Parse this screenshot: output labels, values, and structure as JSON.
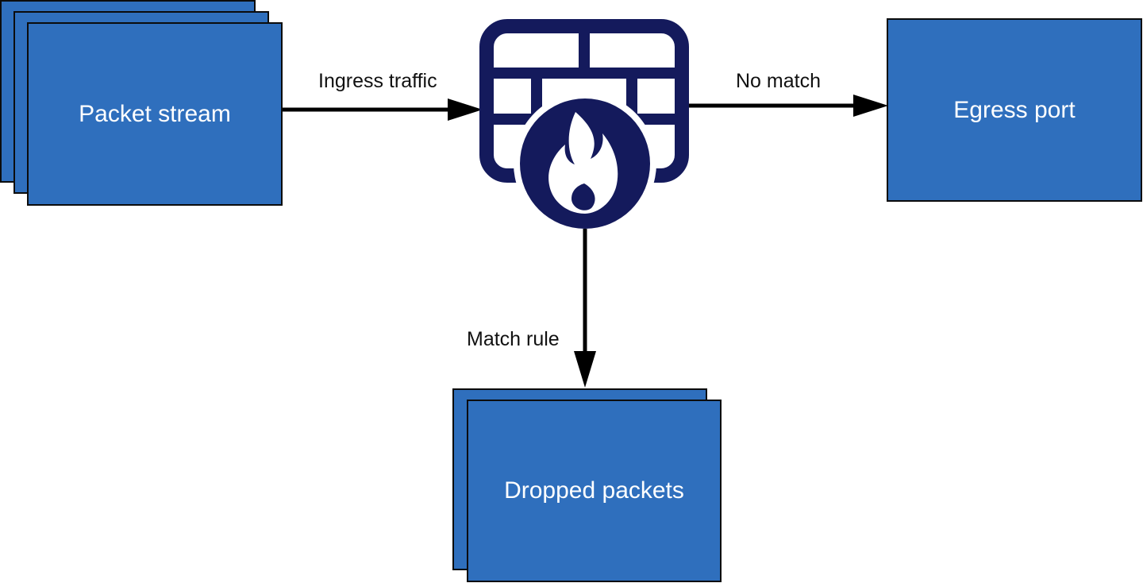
{
  "nodes": {
    "source": {
      "label": "Packet stream",
      "stack_count": 3
    },
    "egress": {
      "label": "Egress port"
    },
    "dropped": {
      "label": "Dropped packets",
      "stack_count": 2
    },
    "firewall": {
      "icon": "firewall-icon"
    }
  },
  "edges": {
    "ingress": {
      "label": "Ingress traffic",
      "from": "source",
      "to": "firewall"
    },
    "no_match": {
      "label": "No match",
      "from": "firewall",
      "to": "egress"
    },
    "match": {
      "label": "Match rule",
      "from": "firewall",
      "to": "dropped"
    }
  },
  "colors": {
    "box_fill": "#2f6fbd",
    "box_border": "#0c0c0c",
    "firewall": "#141a5c",
    "arrow": "#000000",
    "text_on_box": "#ffffff"
  }
}
